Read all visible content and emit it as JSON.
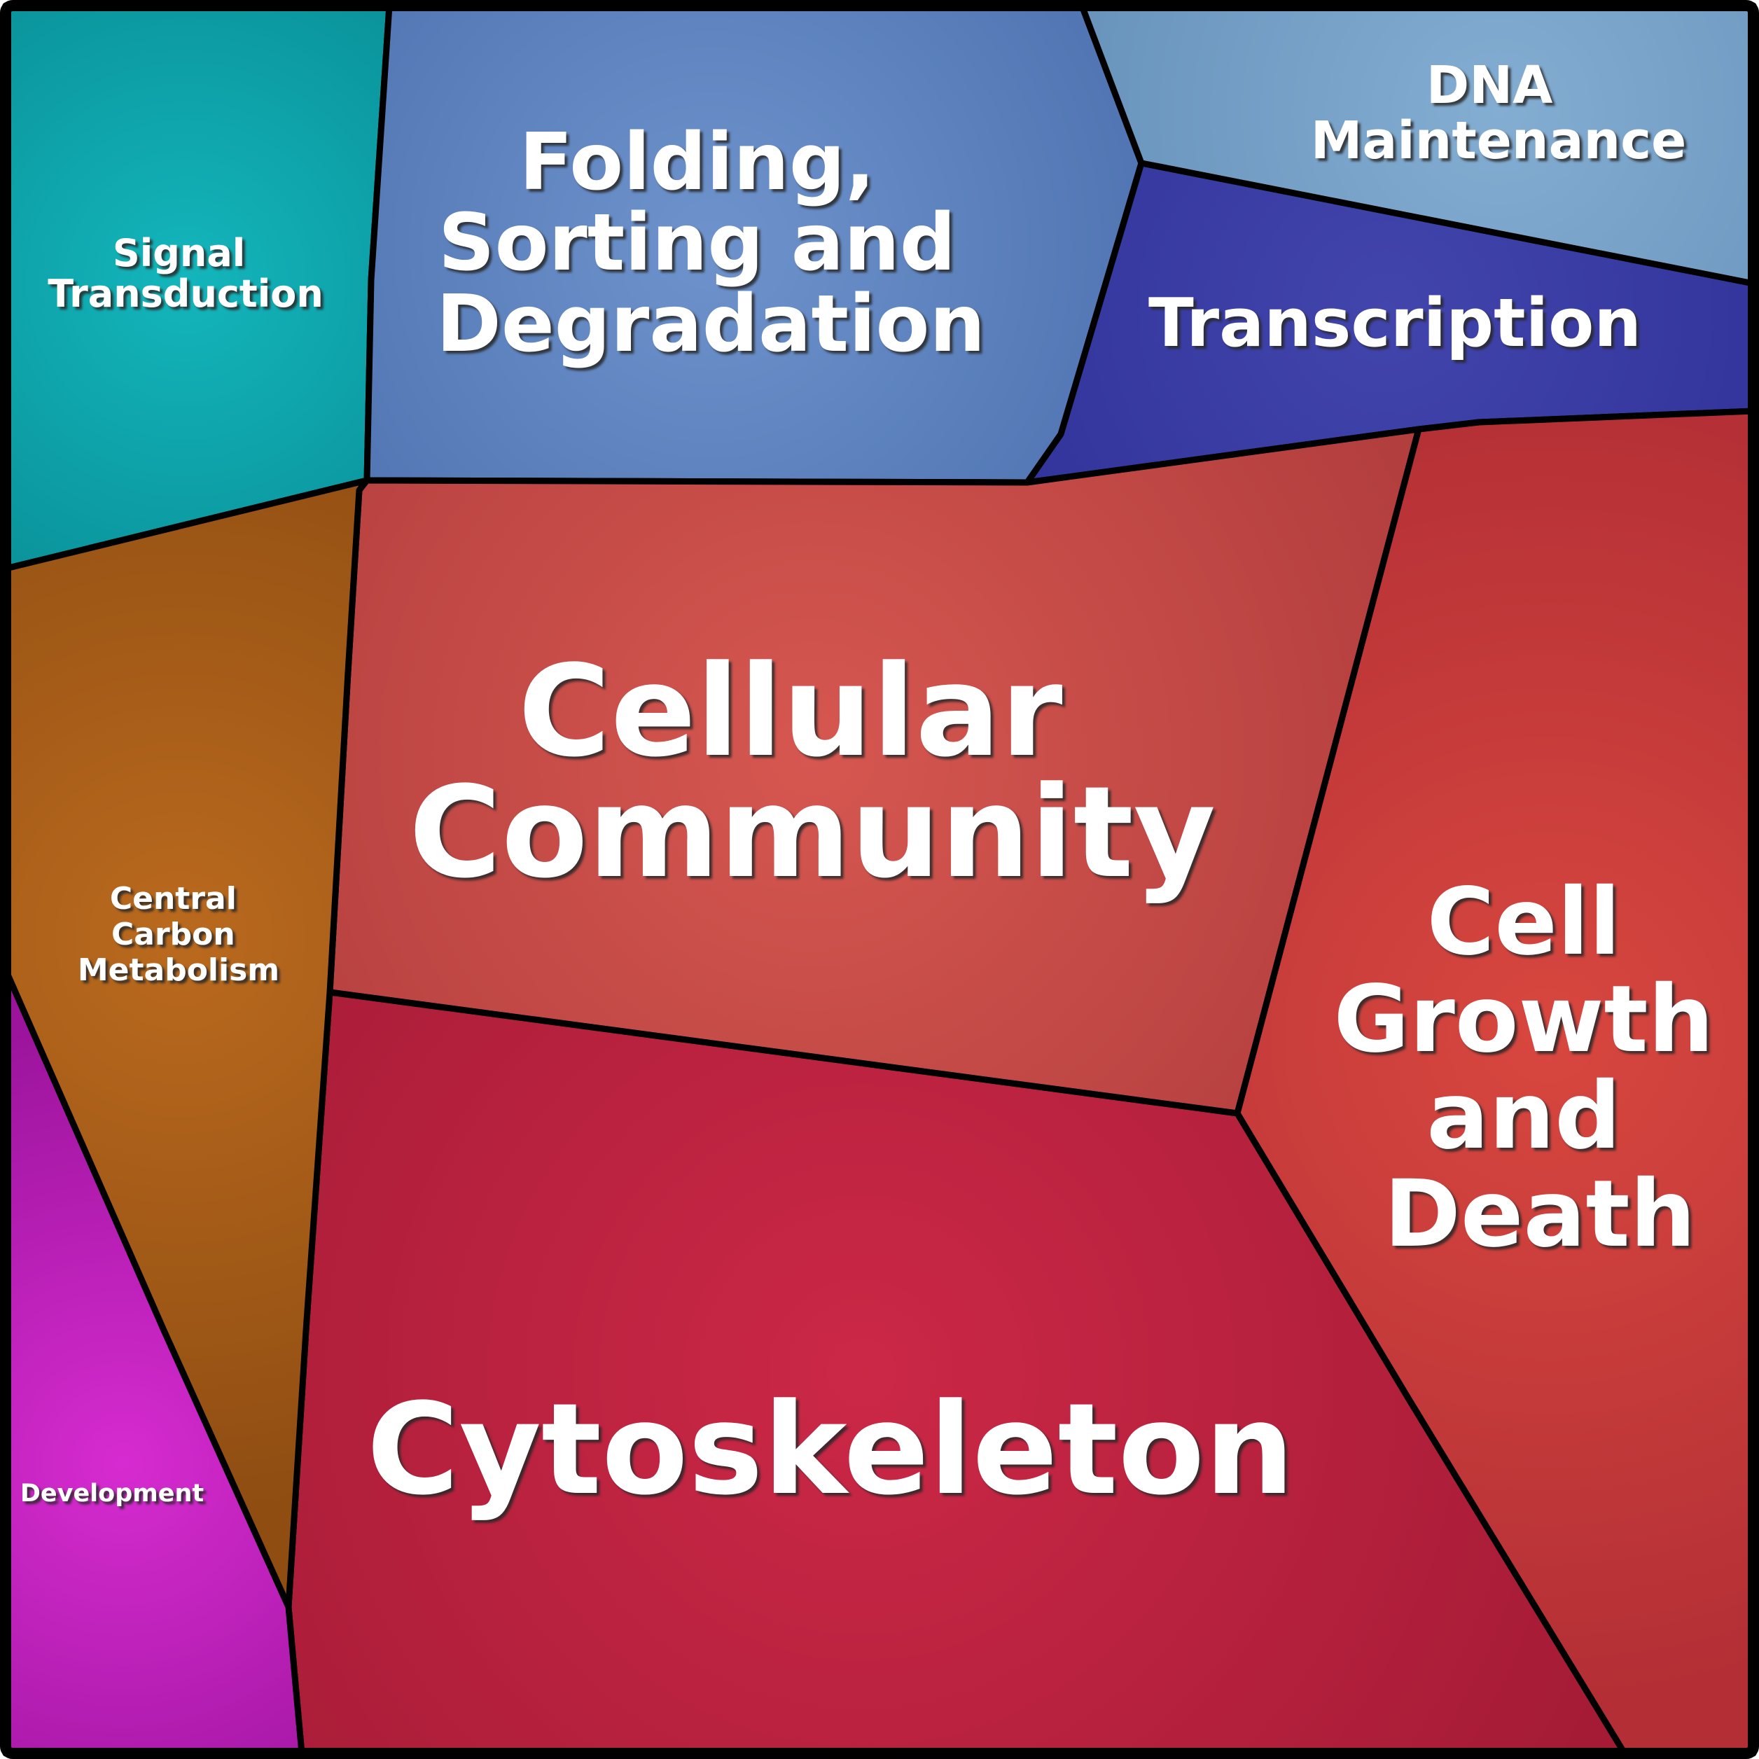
{
  "chart_data": {
    "type": "treemap",
    "subtype": "voronoi-treemap",
    "title": "",
    "categories": [
      "Signal Transduction",
      "Folding, Sorting and Degradation",
      "DNA Maintenance",
      "Transcription",
      "Cellular Community",
      "Cell Growth and Death",
      "Cytoskeleton",
      "Central Carbon Metabolism",
      "Development"
    ],
    "values_area_pct_estimated": [
      6,
      10,
      5,
      4,
      19,
      15,
      28,
      7,
      5
    ],
    "legend": "none",
    "axes": "none"
  },
  "regions": [
    {
      "id": "signal-transduction",
      "label": "Signal Transduction",
      "label_lines": [
        "Signal",
        "Transduction"
      ],
      "color_center": "#13b6bc",
      "color_edge": "#0a9098"
    },
    {
      "id": "folding-sorting-degradation",
      "label": "Folding, Sorting and Degradation",
      "label_lines": [
        "Folding,",
        "Sorting and",
        "Degradation"
      ],
      "color_center": "#6e93cc",
      "color_edge": "#4b70ae"
    },
    {
      "id": "dna-maintenance",
      "label": "DNA Maintenance",
      "label_lines": [
        "DNA",
        "Maintenance"
      ],
      "color_center": "#84add2",
      "color_edge": "#6792ba"
    },
    {
      "id": "transcription",
      "label": "Transcription",
      "label_lines": [
        "Transcription"
      ],
      "color_center": "#4245ac",
      "color_edge": "#32349b"
    },
    {
      "id": "cellular-community",
      "label": "Cellular Community",
      "label_lines": [
        "Cellular",
        "Community"
      ],
      "color_center": "#d65750",
      "color_edge": "#b13d3d"
    },
    {
      "id": "cell-growth-and-death",
      "label": "Cell Growth and Death",
      "label_lines": [
        "Cell",
        "Growth",
        "and",
        "Death"
      ],
      "color_center": "#d8473f",
      "color_edge": "#b32f35"
    },
    {
      "id": "cytoskeleton",
      "label": "Cytoskeleton",
      "label_lines": [
        "Cytoskeleton"
      ],
      "color_center": "#cb2846",
      "color_edge": "#a51b36"
    },
    {
      "id": "central-carbon-metabolism",
      "label": "Central Carbon Metabolism",
      "label_lines": [
        "Central",
        "Carbon",
        "Metabolism"
      ],
      "color_center": "#ba6a1e",
      "color_edge": "#8f4d12"
    },
    {
      "id": "development",
      "label": "Development",
      "label_lines": [
        "Development"
      ],
      "color_center": "#d62bd0",
      "color_edge": "#9b149b"
    }
  ],
  "frame_color": "#000000",
  "text_color": "#ffffff"
}
